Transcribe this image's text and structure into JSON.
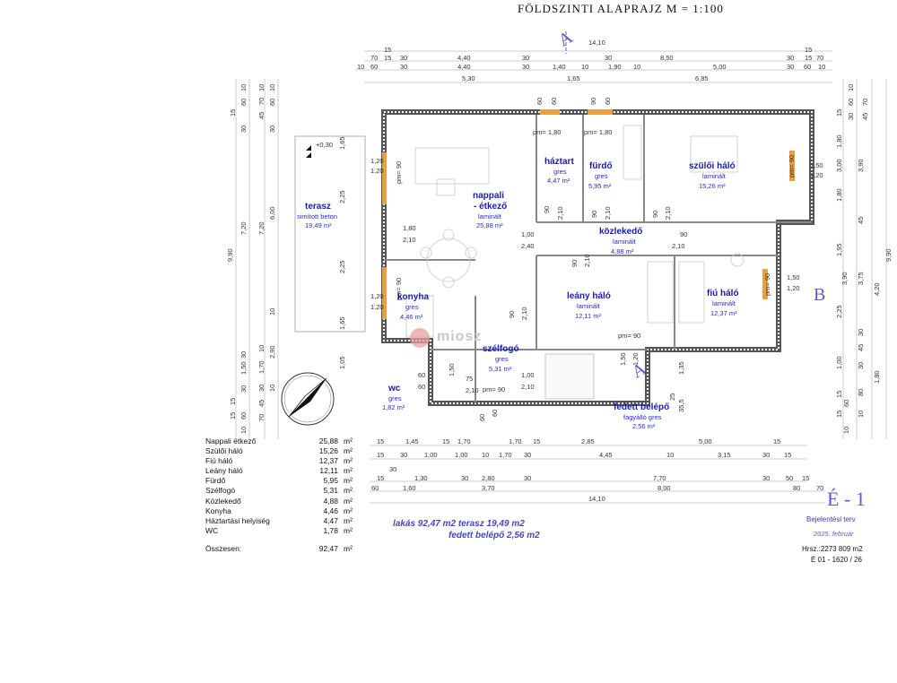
{
  "header": {
    "title": "FÖLDSZINTI ALAPRAJZ    M = 1:100"
  },
  "rooms": {
    "terasz": {
      "name": "terasz",
      "material": "simított beton",
      "area": "19,49 m²"
    },
    "nappali1": {
      "name": "nappali"
    },
    "nappali2": {
      "name": "- étkező",
      "material": "laminált",
      "area": "25,88 m²"
    },
    "haztart": {
      "name": "háztart",
      "material": "gres",
      "area": "4,47 m²"
    },
    "furdo": {
      "name": "fürdő",
      "material": "gres",
      "area": "5,95 m²"
    },
    "szuloi": {
      "name": "szülői háló",
      "material": "laminált",
      "area": "15,26 m²"
    },
    "kozlekedo": {
      "name": "közlekedő",
      "material": "laminált",
      "area": "4,88 m²"
    },
    "konyha": {
      "name": "konyha",
      "material": "gres",
      "area": "4,46 m²"
    },
    "leany": {
      "name": "leány háló",
      "material": "laminált",
      "area": "12,11 m²"
    },
    "fiu": {
      "name": "fiú háló",
      "material": "laminált",
      "area": "12,37 m²"
    },
    "szelfogo": {
      "name": "szélfogó",
      "material": "gres",
      "area": "5,31 m²"
    },
    "wc": {
      "name": "wc",
      "material": "gres",
      "area": "1,82 m²"
    },
    "belepo": {
      "name": "fedett belépő",
      "material": "fagyálló gres",
      "area": "2,56 m²"
    }
  },
  "section_marks": {
    "a": "A",
    "b": "B"
  },
  "level": "+0,30",
  "top_dims": {
    "overall": "14,10",
    "row1": [
      "15",
      "15"
    ],
    "row2": [
      "70",
      "15",
      "30",
      "4,40",
      "30",
      "30",
      "8,50",
      "30",
      "15",
      "70"
    ],
    "row3": [
      "10",
      "60",
      "30",
      "4,40",
      "30",
      "1,40",
      "10",
      "1,90",
      "10",
      "5,00",
      "30",
      "60",
      "10"
    ],
    "row4": [
      "5,30",
      "1,65",
      "6,85"
    ]
  },
  "bottom_dims": {
    "row1": [
      "15",
      "1,45",
      "15",
      "1,70",
      "1,70",
      "15",
      "2,85",
      "5,00",
      "15"
    ],
    "row2": [
      "15",
      "30",
      "1,00",
      "1,00",
      "10",
      "1,70",
      "30",
      "4,45",
      "10",
      "3,15",
      "30",
      "15"
    ],
    "row3": [
      "30",
      "15",
      "1,30",
      "30",
      "2,80",
      "30",
      "7,70",
      "30",
      "50",
      "15"
    ],
    "row4": [
      "60",
      "1,60",
      "3,70",
      "8,00",
      "80",
      "70"
    ],
    "overall": "14,10"
  },
  "left_dims": [
    "10",
    "60",
    "10",
    "15",
    "30",
    "30",
    "70",
    "45",
    "60",
    "10",
    "7,20",
    "6,00",
    "7,20",
    "9,90",
    "10",
    "10",
    "30",
    "1,50",
    "30",
    "2,90",
    "1,70",
    "10",
    "15",
    "30",
    "45",
    "15",
    "60",
    "70",
    "10"
  ],
  "right_dims": [
    "10",
    "70",
    "45",
    "30",
    "15",
    "60",
    "1,80",
    "3,00",
    "3,90",
    "1,80",
    "45",
    "1,95",
    "3,90",
    "3,75",
    "4,20",
    "9,90",
    "2,25",
    "30",
    "45",
    "1,00",
    "1,80",
    "30",
    "80",
    "15",
    "10",
    "10",
    "60",
    "15"
  ],
  "inner_dims": {
    "pm90": "pm= 90",
    "pm180": "pm= 1,80",
    "d120": "1,20",
    "d180": "1,80",
    "d210": "2,10",
    "d100": "1,00",
    "d240": "2,40",
    "d90": "90",
    "d60": "60",
    "d150": "1,50",
    "d165": "1,65",
    "d225": "2,25",
    "d105": "1,05",
    "d75": "75",
    "d135": "1,35",
    "d25": "25",
    "d355": "35,5"
  },
  "area_table": [
    {
      "name": "Nappali étkező",
      "value": "25,88",
      "unit": "m²"
    },
    {
      "name": "Szülői háló",
      "value": "15,26",
      "unit": "m²"
    },
    {
      "name": "Fiú háló",
      "value": "12,37",
      "unit": "m²"
    },
    {
      "name": "Leány háló",
      "value": "12,11",
      "unit": "m²"
    },
    {
      "name": "Fürdő",
      "value": "5,95",
      "unit": "m²"
    },
    {
      "name": "Szélfogó",
      "value": "5,31",
      "unit": "m²"
    },
    {
      "name": "Közlekedő",
      "value": "4,88",
      "unit": "m²"
    },
    {
      "name": "Konyha",
      "value": "4,46",
      "unit": "m²"
    },
    {
      "name": "Háztartási helyiség",
      "value": "4,47",
      "unit": "m²"
    },
    {
      "name": "WC",
      "value": "1,78",
      "unit": "m²"
    }
  ],
  "area_total": {
    "name": "Összesen:",
    "value": "92,47",
    "unit": "m²"
  },
  "summary": {
    "line1": "lakás  92,47 m2  terasz 19,49 m2",
    "line2": "fedett belépő 2,56 m2"
  },
  "title_block": {
    "mark": "É - 1",
    "plan_type": "Bejelentési terv",
    "date": "2025. február",
    "hrsz": "Hrsz.:2273     809 m2",
    "doc_number": "É 01 - 1620 / 26"
  },
  "watermark": "miosz",
  "colors": {
    "plan_text": "#1a1ab8",
    "section_mark": "#5a5ad8",
    "window": "#e8a040",
    "wall": "#555555"
  }
}
